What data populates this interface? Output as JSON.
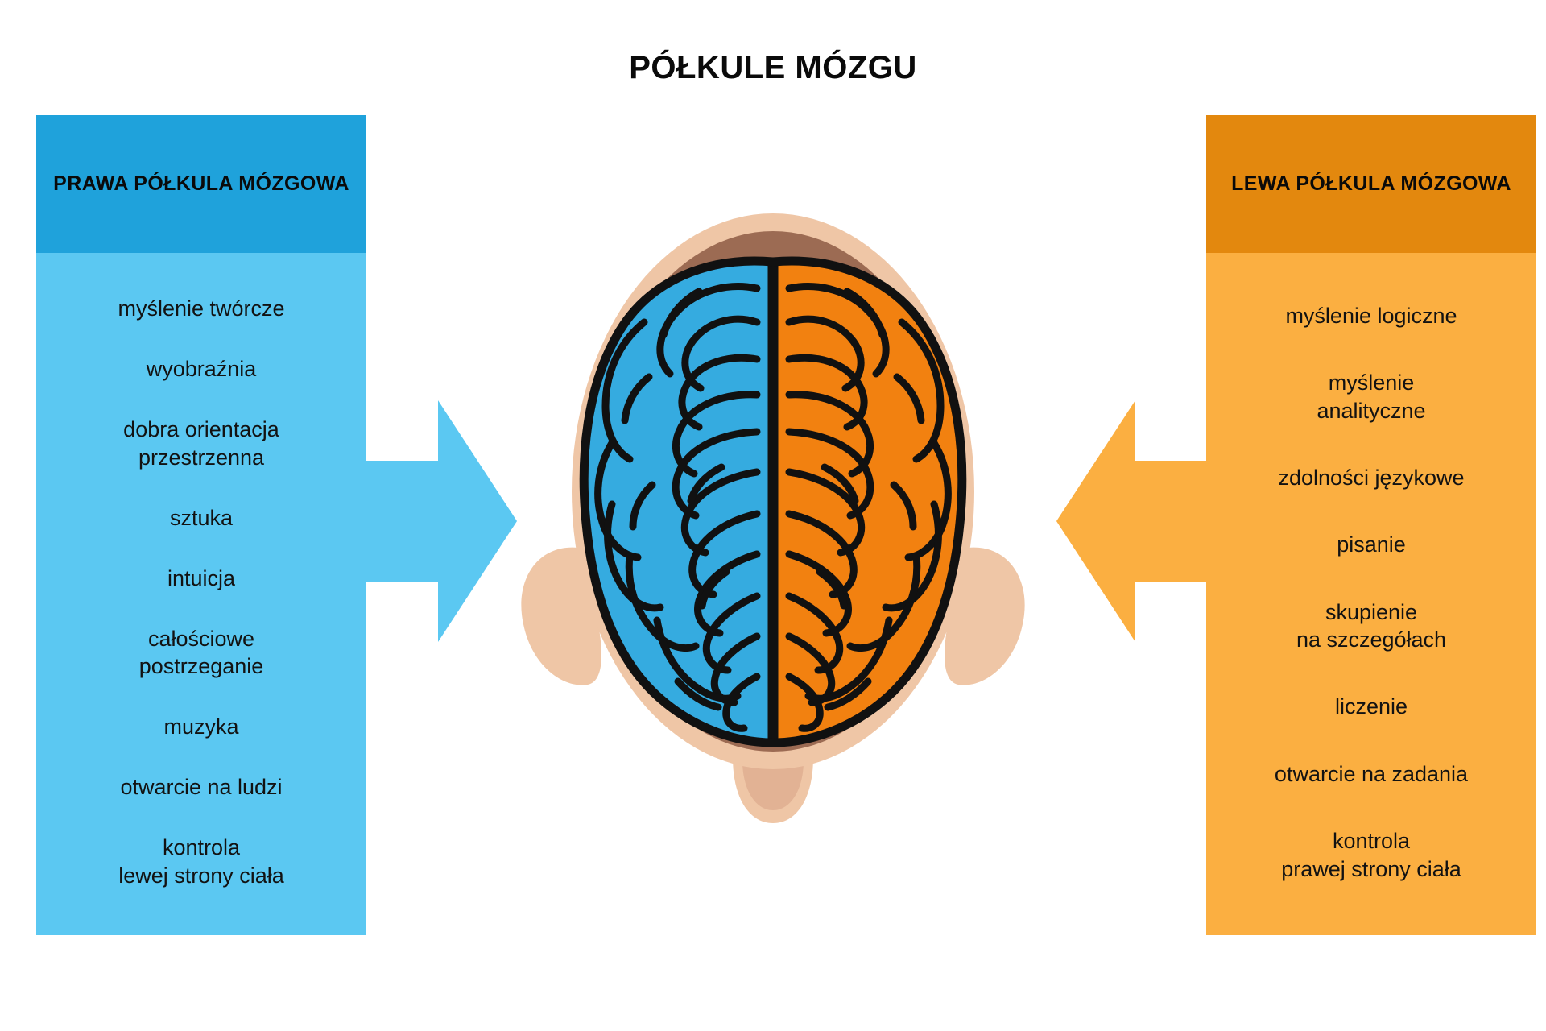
{
  "title": "PÓŁKULE MÓZGU",
  "colors": {
    "right_header": "#1FA2DB",
    "right_body": "#5BC8F2",
    "left_header": "#E3880E",
    "left_body": "#FBAF41",
    "brain_right_half": "#35ABE0",
    "brain_left_half": "#F28110",
    "skull_outer": "#EFC6A6",
    "skull_inner": "#9C6B53",
    "background": "#FFFFFF",
    "text": "#111111"
  },
  "right_panel": {
    "header": "PRAWA\nPÓŁKULA MÓZGOWA",
    "header_line1": "PRAWA",
    "header_line2": "PÓŁKULA MÓZGOWA",
    "items": [
      "myślenie twórcze",
      "wyobraźnia",
      "dobra orientacja\nprzestrzenna",
      "sztuka",
      "intuicja",
      "całościowe\npostrzeganie",
      "muzyka",
      "otwarcie na ludzi",
      "kontrola\nlewej strony ciała"
    ]
  },
  "left_panel": {
    "header": "LEWA\nPÓŁKULA MÓZGOWA",
    "header_line1": "LEWA",
    "header_line2": "PÓŁKULA MÓZGOWA",
    "items": [
      "myślenie logiczne",
      "myślenie\nanalityczne",
      "zdolności językowe",
      "pisanie",
      "skupienie\nna szczegółach",
      "liczenie",
      "otwarcie na zadania",
      "kontrola\nprawej strony ciała"
    ]
  },
  "arrows": {
    "left_arrow": "arrow-right-pointing",
    "right_arrow": "arrow-left-pointing"
  },
  "illustration": {
    "name": "brain-top-view-diagram",
    "description": "Widok mózgu z góry w obrysie czaszki"
  }
}
